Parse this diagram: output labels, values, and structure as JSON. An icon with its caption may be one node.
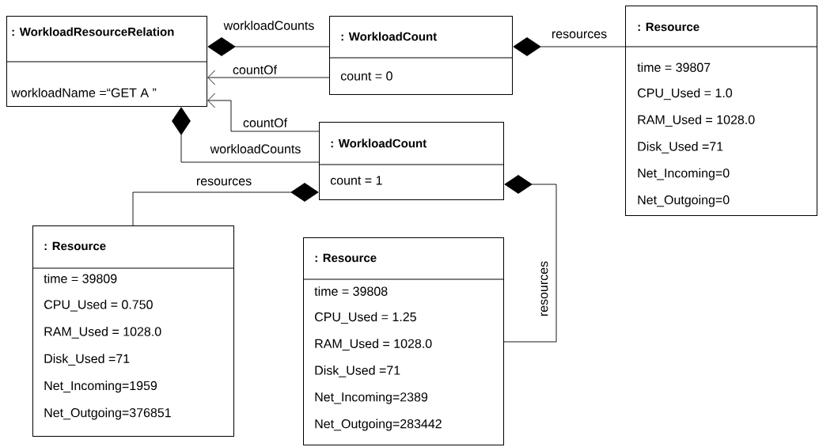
{
  "diagram": {
    "nodes": [
      {
        "text": [
          ": WorkloadResourceRelation",
          "workloadName =“GET A ”"
        ]
      },
      {
        "text": [
          ": WorkloadCount",
          "count = 0"
        ]
      },
      {
        "text": [
          ": Resource",
          "time = 39807",
          "CPU_Used = 1.0",
          "RAM_Used = 1028.0",
          "Disk_Used =71",
          "Net_Incoming=0",
          "Net_Outgoing=0"
        ]
      },
      {
        "text": [
          ": WorkloadCount",
          "count = 1"
        ]
      },
      {
        "text": [
          ": Resource",
          "time = 39809",
          "CPU_Used = 0.750",
          "RAM_Used = 1028.0",
          "Disk_Used =71",
          "Net_Incoming=1959",
          "Net_Outgoing=376851"
        ]
      },
      {
        "text": [
          ": Resource",
          "time = 39808",
          "CPU_Used = 1.25",
          "RAM_Used = 1028.0",
          "Disk_Used =71",
          "Net_Incoming=2389",
          "Net_Outgoing=283442"
        ]
      }
    ],
    "edges": [
      {
        "from": 0,
        "to": 1,
        "arrow": "other",
        "label": "workloadCounts"
      },
      {
        "from": 1,
        "to": 0,
        "arrow": "to",
        "label": "countOf"
      },
      {
        "from": 3,
        "to": 0,
        "arrow": "to",
        "label": "countOf"
      },
      {
        "from": 0,
        "to": 3,
        "arrow": "other",
        "label": "workloadCounts"
      },
      {
        "from": 1,
        "to": 2,
        "arrow": "other",
        "label": "resources"
      },
      {
        "from": 3,
        "to": 4,
        "arrow": "other",
        "label": "resources"
      },
      {
        "from": 3,
        "to": 5,
        "arrow": "other",
        "label": "resources"
      }
    ]
  }
}
